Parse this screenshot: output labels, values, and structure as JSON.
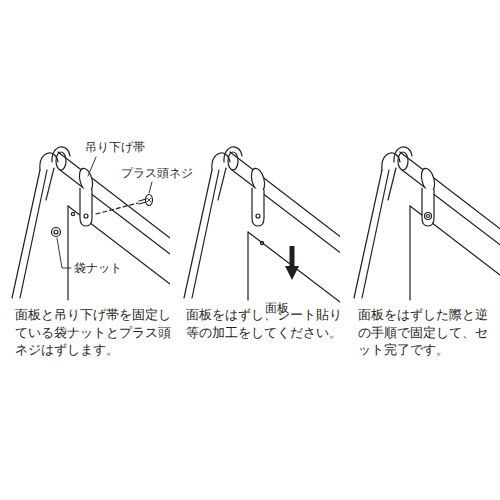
{
  "diagram": {
    "labels": [
      "吊り下げ帯",
      "プラス頭ネジ",
      "袋ナット",
      "面板と吊り下げ帯を固定している袋ナットとプラス頭ネジはずします。",
      "面板",
      "面板をはずし、シート貼り等の加工をしてください。",
      "面板をはずした際と逆の手順で固定して、セット完了です。"
    ]
  }
}
